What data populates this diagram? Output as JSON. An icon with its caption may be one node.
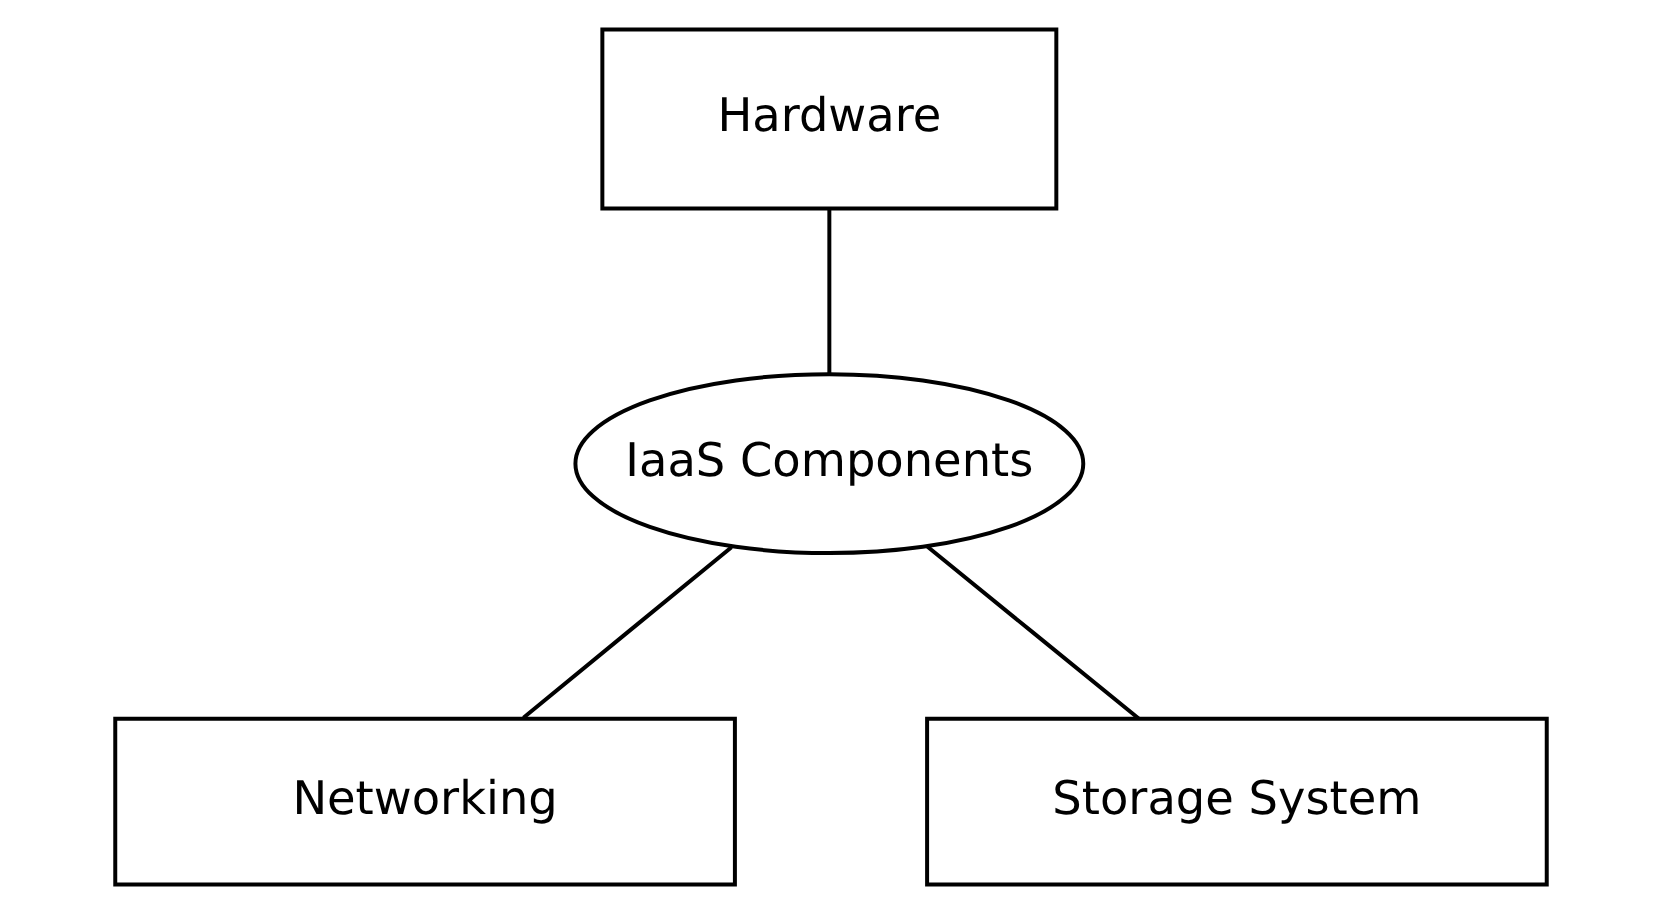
{
  "diagram": {
    "nodes": [
      {
        "text": [
          "Hardware"
        ]
      },
      {
        "text": [
          "IaaS Components"
        ]
      },
      {
        "text": [
          "Networking"
        ]
      },
      {
        "text": [
          "Storage System"
        ]
      }
    ],
    "edges": [
      {
        "from": 0,
        "to": 1,
        "arrow": "none"
      },
      {
        "from": 1,
        "to": 2,
        "arrow": "none"
      },
      {
        "from": 1,
        "to": 3,
        "arrow": "none"
      }
    ]
  }
}
